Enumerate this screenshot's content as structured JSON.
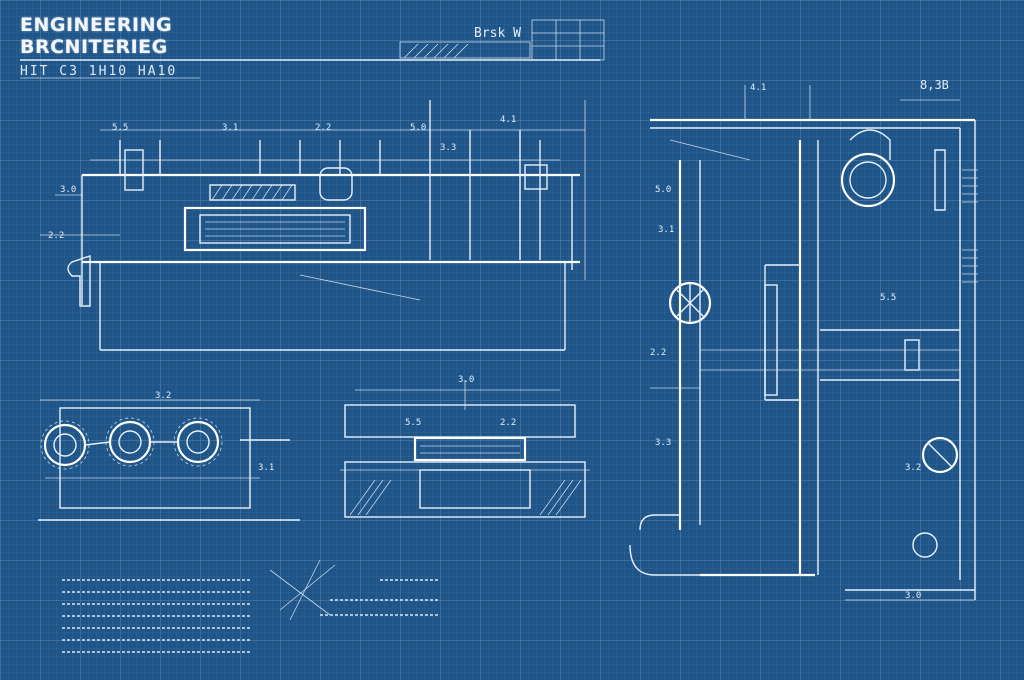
{
  "sheet": {
    "title_line1": "ENGINEERING",
    "title_line2": "BRCNITERIEG",
    "subtitle": "HIT C3 1H10 HA10",
    "header_label": "Brsk W",
    "colors": {
      "background": "#1f5589",
      "line": "#e8f1fb"
    }
  },
  "callouts": {
    "top_right_ref": "8,3B",
    "dimension_marks": [
      "3.0",
      "3.1",
      "5.5",
      "2.2",
      "5.0",
      "4.1",
      "3.3",
      "3.2"
    ]
  }
}
